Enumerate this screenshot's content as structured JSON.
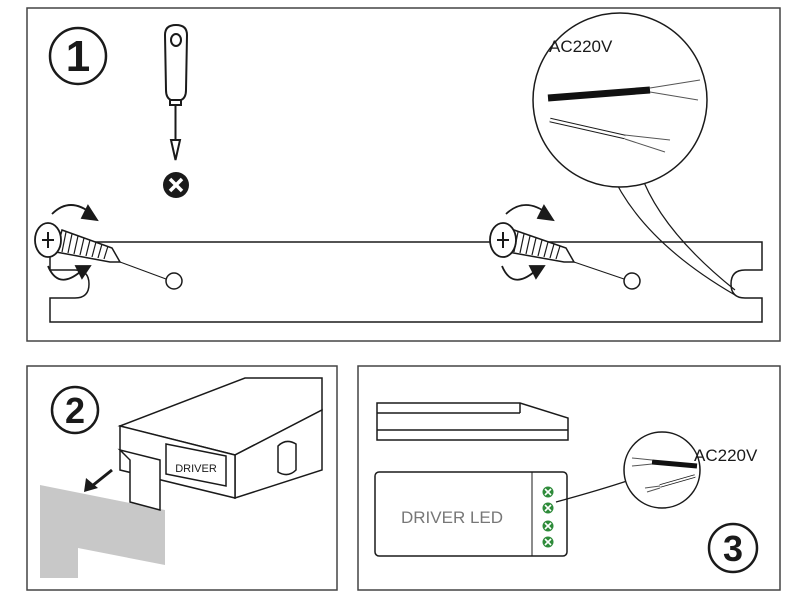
{
  "title": "LED driver installation diagram",
  "panels": [
    {
      "step": "1",
      "cable_label": "AC220V",
      "note": "Do not use screwdriver (crossed out)"
    },
    {
      "step": "2",
      "driver_label": "DRIVER"
    },
    {
      "step": "3",
      "driver_led_label": "DRIVER LED",
      "cable_label": "AC220V"
    }
  ],
  "colors": {
    "stroke": "#1a1a1a",
    "fill_grey": "#c8c8c8",
    "led_green": "#2e8b3a",
    "panel_border": "#444444"
  },
  "icons": [
    "screwdriver-icon",
    "prohibited-icon",
    "screw-icon",
    "rotate-arrow-icon",
    "arrow-icon"
  ]
}
